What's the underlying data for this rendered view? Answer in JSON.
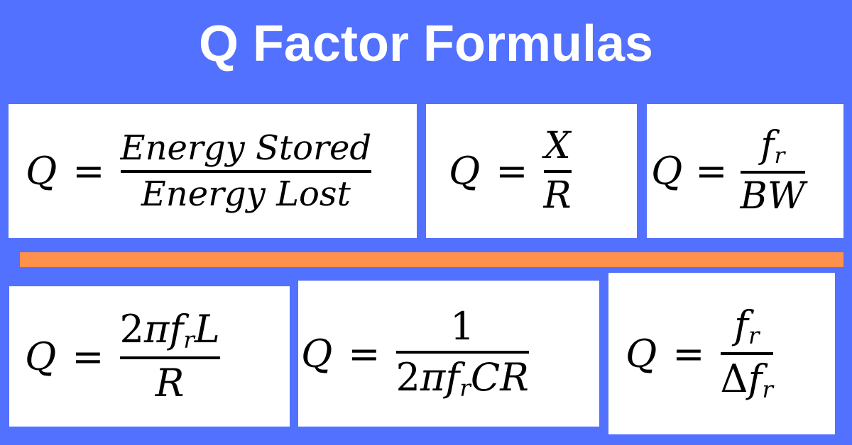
{
  "title": "Q Factor Formulas",
  "colors": {
    "background": "#5271ff",
    "divider": "#ff914d",
    "box": "#ffffff",
    "text": "#000000"
  },
  "formulas": [
    {
      "lhs": "Q",
      "eq": "=",
      "num": "Energy Stored",
      "den": "Energy Lost"
    },
    {
      "lhs": "Q",
      "eq": "=",
      "num": "X",
      "den": "R"
    },
    {
      "lhs": "Q",
      "eq": "=",
      "num_base": "f",
      "num_sub": "r",
      "den": "BW"
    },
    {
      "lhs": "Q",
      "eq": "=",
      "num_a": "2",
      "num_pi": "π",
      "num_f": "f",
      "num_sub": "r",
      "num_b": "L",
      "den": "R"
    },
    {
      "lhs": "Q",
      "eq": "=",
      "num": "1",
      "den_a": "2",
      "den_pi": "π",
      "den_f": "f",
      "den_sub": "r",
      "den_b": "CR"
    },
    {
      "lhs": "Q",
      "eq": "=",
      "num_base": "f",
      "num_sub": "r",
      "den_delta": "Δ",
      "den_base": "f",
      "den_sub": "r"
    }
  ]
}
